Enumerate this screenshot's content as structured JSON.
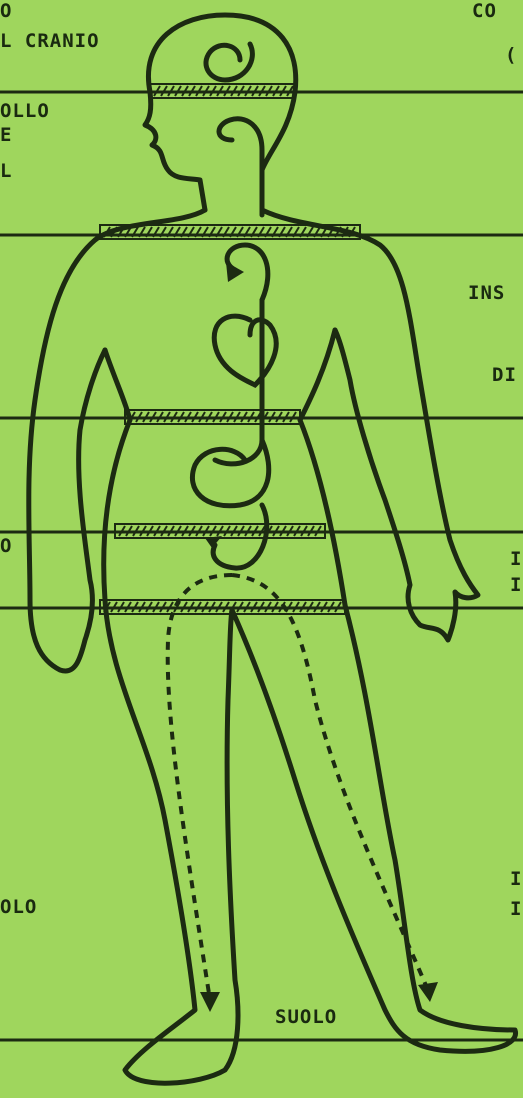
{
  "colors": {
    "background": "#9fd65d",
    "ink": "#1c2a12"
  },
  "labels": {
    "top_left": "O",
    "cranio": "L CRANIO",
    "collo_1": "OLLO",
    "collo_2": "E",
    "collo_3": "L",
    "top_right": "CO",
    "top_right_2": "(",
    "ins": "INS",
    "di": "DI",
    "left_mid": "O",
    "right_mid_1": "I",
    "right_mid_2": "I",
    "left_low": "OLO",
    "right_low_1": "I",
    "right_low_2": "I",
    "suolo": "SUOLO"
  }
}
